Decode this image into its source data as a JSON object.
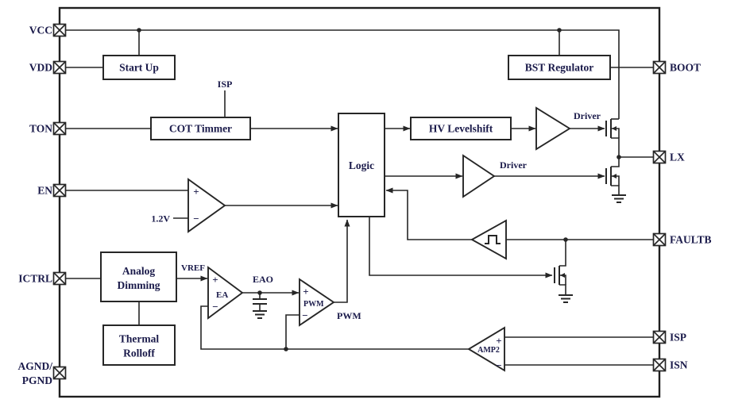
{
  "colors": {
    "line": "#262626",
    "text": "#1a1a4a",
    "background": "#ffffff"
  },
  "pins": {
    "left": [
      {
        "label": "VCC"
      },
      {
        "label": "VDD"
      },
      {
        "label": "TON"
      },
      {
        "label": "EN"
      },
      {
        "label": "ICTRL"
      },
      {
        "label1": "AGND/",
        "label2": "PGND"
      }
    ],
    "right": [
      {
        "label": "BOOT"
      },
      {
        "label": "LX"
      },
      {
        "label": "FAULTB"
      },
      {
        "label": "ISP"
      },
      {
        "label": "ISN"
      }
    ]
  },
  "blocks": {
    "start_up": "Start Up",
    "bst_regulator": "BST Regulator",
    "cot_timer": "COT Timmer",
    "hv_levelshift": "HV Levelshift",
    "logic": "Logic",
    "analog_dimming_line1": "Analog",
    "analog_dimming_line2": "Dimming",
    "thermal_rolloff_line1": "Thermal",
    "thermal_rolloff_line2": "Rolloff"
  },
  "labels": {
    "isp_sense": "ISP",
    "driver_high": "Driver",
    "driver_low": "Driver",
    "en_ref": "1.2V",
    "vref": "VREF",
    "ea": "EA",
    "eao": "EAO",
    "pwm_name": "PWM",
    "pwm_out": "PWM",
    "amp2": "AMP2",
    "plus": "+",
    "minus": "−"
  }
}
